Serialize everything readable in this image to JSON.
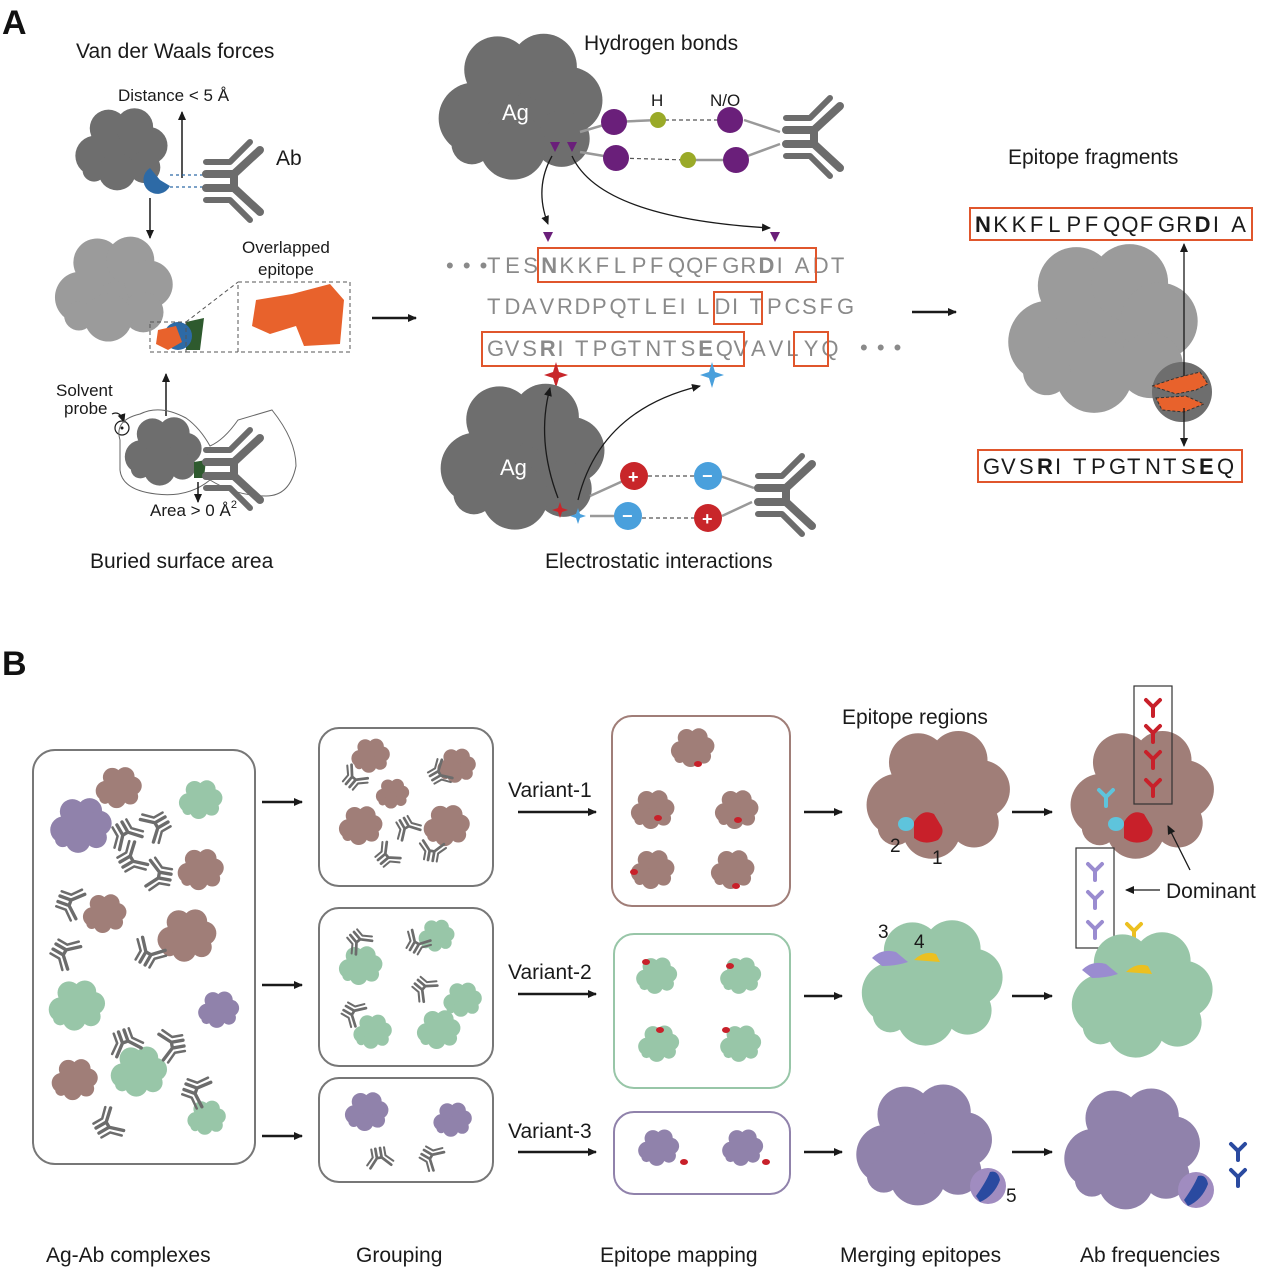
{
  "panel_a": {
    "letter": "A",
    "vdw": {
      "title": "Van der Waals forces",
      "distance_label": "Distance < 5 Å",
      "ab_label": "Ab",
      "overlap_label_1": "Overlapped",
      "overlap_label_2": "epitope",
      "solvent_label_1": "Solvent",
      "solvent_label_2": "probe",
      "area_label": "Area > 0 Å",
      "area_sup": "2",
      "bsa_title": "Buried surface area"
    },
    "hbond": {
      "title": "Hydrogen bonds",
      "ag_label": "Ag",
      "h_label": "H",
      "no_label": "N/O"
    },
    "sequence": {
      "line1_prefix": "• • •",
      "line1": [
        "T",
        "E",
        "S",
        "N",
        "K",
        "K",
        "F",
        "L",
        "P",
        "F",
        "Q",
        "Q",
        "F",
        "G",
        "R",
        "D",
        "I",
        "A",
        "D",
        "T"
      ],
      "line2": [
        "T",
        "D",
        "A",
        "V",
        "R",
        "D",
        "P",
        "Q",
        "T",
        "L",
        "E",
        "I",
        "L",
        "D",
        "I",
        "T",
        "P",
        "C",
        "S",
        "F",
        "G"
      ],
      "line3": [
        "G",
        "V",
        "S",
        "R",
        "I",
        "T",
        "P",
        "G",
        "T",
        "N",
        "T",
        "S",
        "E",
        "Q",
        "V",
        "A",
        "V",
        "L",
        "Y",
        "Q"
      ],
      "line3_suffix": "• • •"
    },
    "electro": {
      "ag_label": "Ag",
      "plus": "+",
      "minus": "−",
      "title": "Electrostatic interactions"
    },
    "fragments": {
      "title": "Epitope fragments",
      "frag1": [
        "N",
        "K",
        "K",
        "F",
        "L",
        "P",
        "F",
        "Q",
        "Q",
        "F",
        "G",
        "R",
        "D",
        "I",
        "A"
      ],
      "frag2": [
        "G",
        "V",
        "S",
        "R",
        "I",
        "T",
        "P",
        "G",
        "T",
        "N",
        "T",
        "S",
        "E",
        "Q"
      ]
    }
  },
  "panel_b": {
    "letter": "B",
    "epitope_regions_title": "Epitope regions",
    "variant1": "Variant-1",
    "variant2": "Variant-2",
    "variant3": "Variant-3",
    "dominant": "Dominant",
    "region_nums": [
      "1",
      "2",
      "3",
      "4",
      "5"
    ],
    "bottom_labels": [
      "Ag-Ab complexes",
      "Grouping",
      "Epitope mapping",
      "Merging epitopes",
      "Ab frequencies"
    ]
  },
  "colors": {
    "ag_dark": "#6e6e6e",
    "ag_light": "#9b9b9b",
    "antibody": "#6c6c6c",
    "seq_box": "#e0562c",
    "hbond_purple": "#6a1f7a",
    "hbond_h": "#9aaa28",
    "positive": "#c8262a",
    "negative": "#4aa0dc",
    "epitope_orange": "#e8622c",
    "contact_blue": "#2d6aa6",
    "contact_green": "#2e5a2e",
    "variant1": "#a07e78",
    "variant2": "#98c6a8",
    "variant3": "#9082ab",
    "region_red": "#c8202a",
    "region_cyan": "#5ec4dc",
    "region_lavender": "#9a8cd0",
    "region_yellow": "#ecc020",
    "region_navy": "#2a4aa0"
  }
}
